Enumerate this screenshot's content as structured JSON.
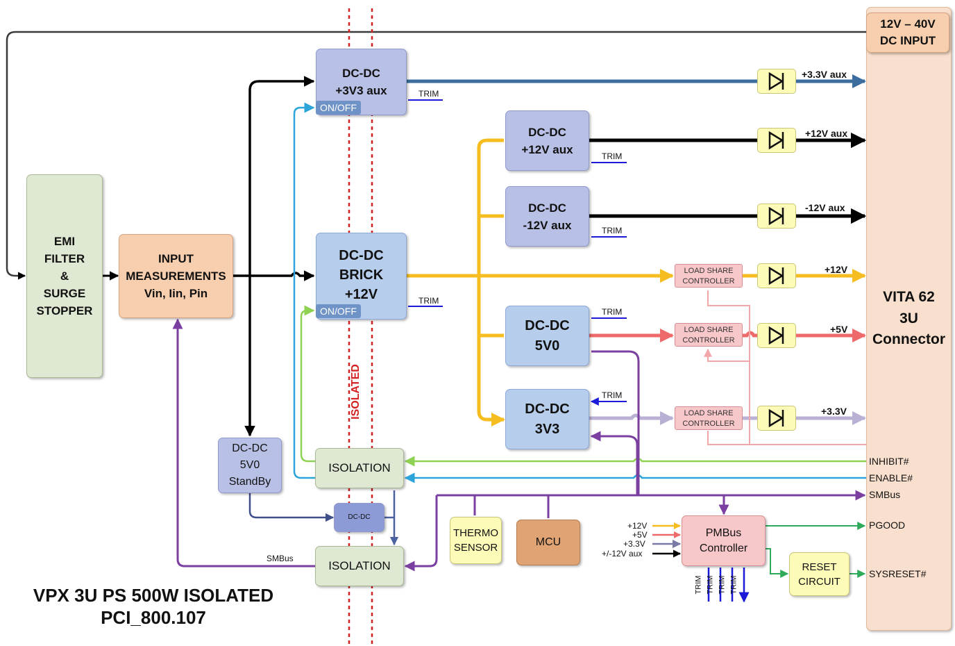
{
  "blocks": {
    "dc_input": [
      "12V – 40V",
      "DC INPUT"
    ],
    "emi": [
      "EMI",
      "FILTER",
      "&",
      "SURGE",
      "STOPPER"
    ],
    "input_meas": [
      "INPUT",
      "MEASUREMENTS",
      "Vin, Iin, Pin"
    ],
    "dcdc_3v3aux": [
      "DC-DC",
      "+3V3 aux"
    ],
    "dcdc_brick": [
      "DC-DC",
      "BRICK",
      "+12V"
    ],
    "dcdc_12vaux": [
      "DC-DC",
      "+12V aux"
    ],
    "dcdc_m12vaux": [
      "DC-DC",
      "-12V aux"
    ],
    "dcdc_5v0": [
      "DC-DC",
      "5V0"
    ],
    "dcdc_3v3": [
      "DC-DC",
      "3V3"
    ],
    "dcdc_standby": [
      "DC-DC",
      "5V0",
      "StandBy"
    ],
    "isolation_top": "ISOLATION",
    "isolation_bottom": "ISOLATION",
    "dcdc_small": "DC-DC",
    "thermo": [
      "THERMO",
      "SENSOR"
    ],
    "mcu": "MCU",
    "pmbus": [
      "PMBus",
      "Controller"
    ],
    "reset": [
      "RESET",
      "CIRCUIT"
    ],
    "vita": [
      "VITA 62",
      "3U",
      "Connector"
    ]
  },
  "on_off": "ON/OFF",
  "trim": "TRIM",
  "isolated": "ISOLATED",
  "load_share": [
    "LOAD SHARE",
    "CONTROLLER"
  ],
  "rail_labels": {
    "r3v3aux": "+3.3V aux",
    "r12vaux": "+12V aux",
    "rm12vaux": "-12V aux",
    "r12v": "+12V",
    "r5v": "+5V",
    "r3v3": "+3.3V"
  },
  "connector_signals": [
    "INHIBIT#",
    "ENABLE#",
    "SMBus",
    "PGOOD",
    "SYSRESET#"
  ],
  "smbus_label": "SMBus",
  "pmbus_inputs": [
    "+12V",
    "+5V",
    "+3.3V",
    "+/-12V aux"
  ],
  "footer": {
    "line1": "VPX 3U PS 500W ISOLATED",
    "line2": "PCI_800.107"
  },
  "colors": {
    "black": "#000000",
    "blue_rail": "#3b6e9e",
    "yellow_rail": "#f5bd1f",
    "red_rail": "#ee6a6a",
    "lilac_rail": "#b9b0d4",
    "green_sig": "#8fd152",
    "cyan_sig": "#2aa4d9",
    "purple_bus": "#7a3fa0",
    "trim_blue": "#1a1ad8",
    "isolation_red": "#d42020",
    "pgood_green": "#2eaa5a",
    "pink_sense": "#f2a6a8"
  }
}
